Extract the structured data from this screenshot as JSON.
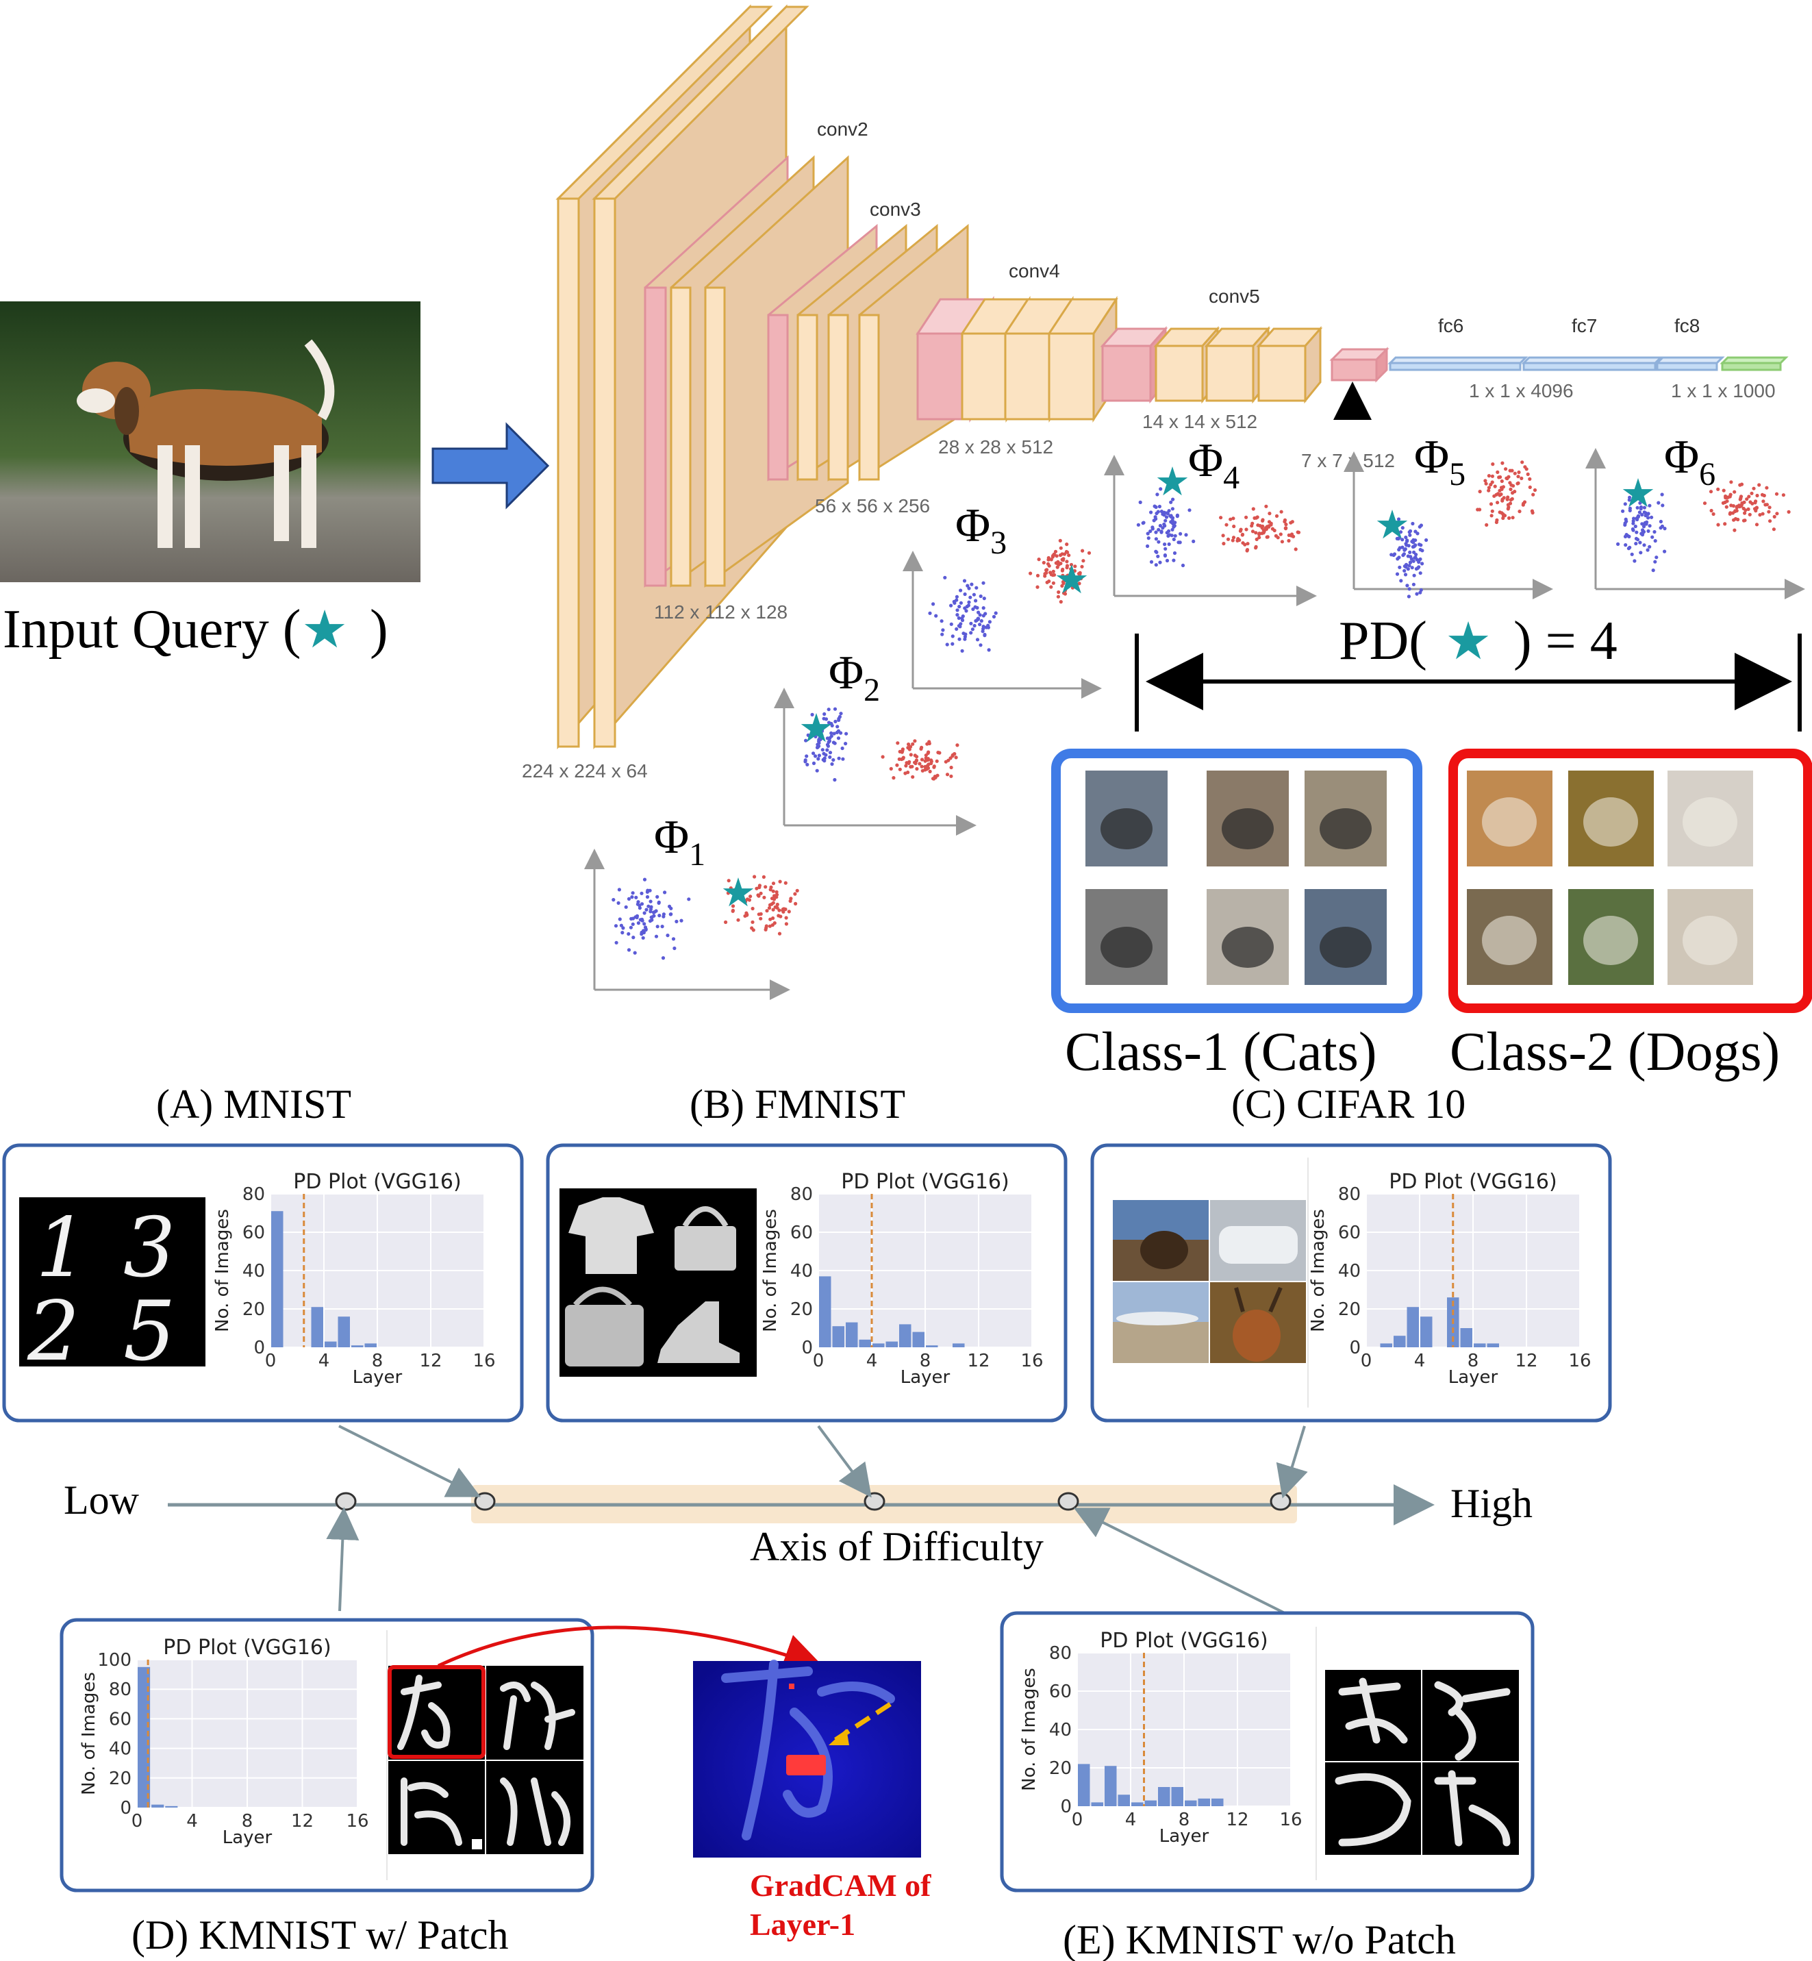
{
  "input": {
    "caption": "Input Query (",
    "star": "★",
    "close": ")"
  },
  "vgg": {
    "stage_labels": [
      "conv2",
      "conv3",
      "conv4",
      "conv5",
      "fc6",
      "fc7",
      "fc8"
    ],
    "dims": [
      "224 x 224 x 64",
      "112 x 112 x 128",
      "56 x 56 x 256",
      "28 x 28 x 512",
      "14 x 14 x 512",
      "7 x 7 x 512",
      "1 x 1 x 4096",
      "1 x 1 x 1000"
    ]
  },
  "phi": {
    "symbol": "Φ",
    "subscripts": [
      "1",
      "2",
      "3",
      "4",
      "5",
      "6"
    ]
  },
  "pd": {
    "label_left": "PD(",
    "label_right": ") = 4"
  },
  "classes": {
    "cats": "Class-1 (Cats)",
    "dogs": "Class-2 (Dogs)"
  },
  "datasets": {
    "titles": [
      "(A) MNIST",
      "(B) FMNIST",
      "(C) CIFAR 10"
    ],
    "mnist_digits": [
      "1",
      "3",
      "2",
      "5"
    ]
  },
  "difficulty": {
    "low": "Low",
    "high": "High",
    "axis": "Axis of Difficulty"
  },
  "bottom": {
    "d_caption": "(D) KMNIST w/ Patch",
    "e_caption": "(E) KMNIST w/o Patch",
    "gradcam_line1": "GradCAM of",
    "gradcam_line2": "Layer-1"
  },
  "colors": {
    "teal_star": "#1a9aa0",
    "blue_dots": "#5b5bd6",
    "red_dots": "#d9534f",
    "conv_tan": "#e9c9a6",
    "conv_pink": "#f0b3b8",
    "fc_blue": "#c5dcf5",
    "fc_green": "#b7e4a4",
    "panel_border": "#3a62a8",
    "bar_blue": "#6f8fd0",
    "median_orange": "#d98a3a",
    "arrow_blue": "#4a7fd9",
    "highlight_band": "#f5dcb8"
  },
  "chart_data": [
    {
      "type": "bar",
      "title": "PD Plot (VGG16)",
      "xlabel": "Layer",
      "ylabel": "No. of Images",
      "ylim": [
        0,
        80
      ],
      "xlim": [
        0,
        16
      ],
      "yticks": [
        0,
        20,
        40,
        60,
        80
      ],
      "xticks": [
        0,
        4,
        8,
        12,
        16
      ],
      "layers": [
        1,
        2,
        3,
        4,
        5,
        6,
        7,
        8,
        9,
        10,
        11,
        12,
        13,
        14,
        15
      ],
      "values": [
        71,
        0,
        0,
        21,
        3,
        16,
        1,
        2,
        0,
        0,
        0,
        0,
        0,
        0,
        0
      ],
      "median_line": 2.5
    },
    {
      "type": "bar",
      "title": "PD Plot (VGG16)",
      "xlabel": "Layer",
      "ylabel": "No. of Images",
      "ylim": [
        0,
        80
      ],
      "xlim": [
        0,
        16
      ],
      "yticks": [
        0,
        20,
        40,
        60,
        80
      ],
      "xticks": [
        0,
        4,
        8,
        12,
        16
      ],
      "layers": [
        1,
        2,
        3,
        4,
        5,
        6,
        7,
        8,
        9,
        10,
        11,
        12,
        13,
        14,
        15
      ],
      "values": [
        37,
        11,
        13,
        4,
        2,
        3,
        12,
        8,
        1,
        0,
        2,
        0,
        0,
        0,
        0
      ],
      "median_line": 4
    },
    {
      "type": "bar",
      "title": "PD Plot (VGG16)",
      "xlabel": "Layer",
      "ylabel": "No. of Images",
      "ylim": [
        0,
        80
      ],
      "xlim": [
        0,
        16
      ],
      "yticks": [
        0,
        20,
        40,
        60,
        80
      ],
      "xticks": [
        0,
        4,
        8,
        12,
        16
      ],
      "layers": [
        1,
        2,
        3,
        4,
        5,
        6,
        7,
        8,
        9,
        10,
        11,
        12,
        13,
        14,
        15
      ],
      "values": [
        0,
        2,
        6,
        21,
        16,
        0,
        26,
        10,
        2,
        2,
        0,
        0,
        0,
        0,
        0
      ],
      "median_line": 6.5
    },
    {
      "type": "bar",
      "title": "PD Plot (VGG16)",
      "xlabel": "Layer",
      "ylabel": "No. of Images",
      "ylim": [
        0,
        100
      ],
      "xlim": [
        0,
        16
      ],
      "yticks": [
        0,
        20,
        40,
        60,
        80,
        100
      ],
      "xticks": [
        0,
        4,
        8,
        12,
        16
      ],
      "layers": [
        1,
        2,
        3
      ],
      "values": [
        95,
        2,
        1
      ],
      "median_line": 0.8
    },
    {
      "type": "bar",
      "title": "PD Plot (VGG16)",
      "xlabel": "Layer",
      "ylabel": "No. of Images",
      "ylim": [
        0,
        80
      ],
      "xlim": [
        0,
        16
      ],
      "yticks": [
        0,
        20,
        40,
        60,
        80
      ],
      "xticks": [
        0,
        4,
        8,
        12,
        16
      ],
      "layers": [
        1,
        2,
        3,
        4,
        5,
        6,
        7,
        8,
        9,
        10,
        11,
        12,
        13,
        14,
        15
      ],
      "values": [
        22,
        2,
        21,
        6,
        2,
        3,
        10,
        10,
        3,
        4,
        4,
        0,
        0,
        0,
        0
      ],
      "median_line": 5
    }
  ]
}
